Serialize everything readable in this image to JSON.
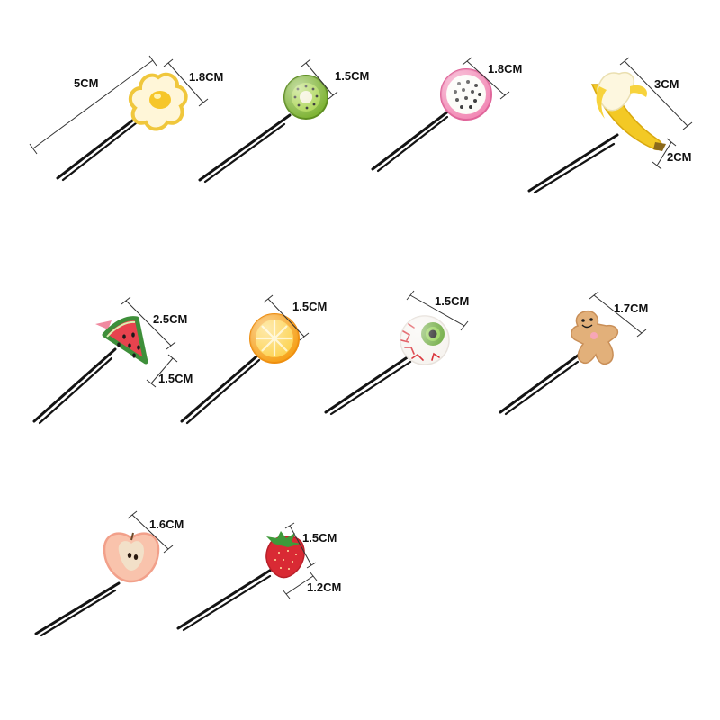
{
  "colors": {
    "background": "#ffffff",
    "pin": "#141414",
    "dimension_line": "#333333",
    "label": "#111111"
  },
  "items": [
    {
      "icon": "egg-icon",
      "labels": [
        "5CM",
        "1.8CM"
      ]
    },
    {
      "icon": "kiwi-icon",
      "labels": [
        "1.5CM"
      ]
    },
    {
      "icon": "dragon-fruit-icon",
      "labels": [
        "1.8CM"
      ]
    },
    {
      "icon": "banana-icon",
      "labels": [
        "3CM",
        "2CM"
      ]
    },
    {
      "icon": "watermelon-icon",
      "labels": [
        "2.5CM",
        "1.5CM"
      ]
    },
    {
      "icon": "orange-slice-icon",
      "labels": [
        "1.5CM"
      ]
    },
    {
      "icon": "eyeball-icon",
      "labels": [
        "1.5CM"
      ]
    },
    {
      "icon": "gingerbread-icon",
      "labels": [
        "1.7CM"
      ]
    },
    {
      "icon": "apple-slice-icon",
      "labels": [
        "1.6CM"
      ]
    },
    {
      "icon": "strawberry-icon",
      "labels": [
        "1.5CM",
        "1.2CM"
      ]
    }
  ]
}
